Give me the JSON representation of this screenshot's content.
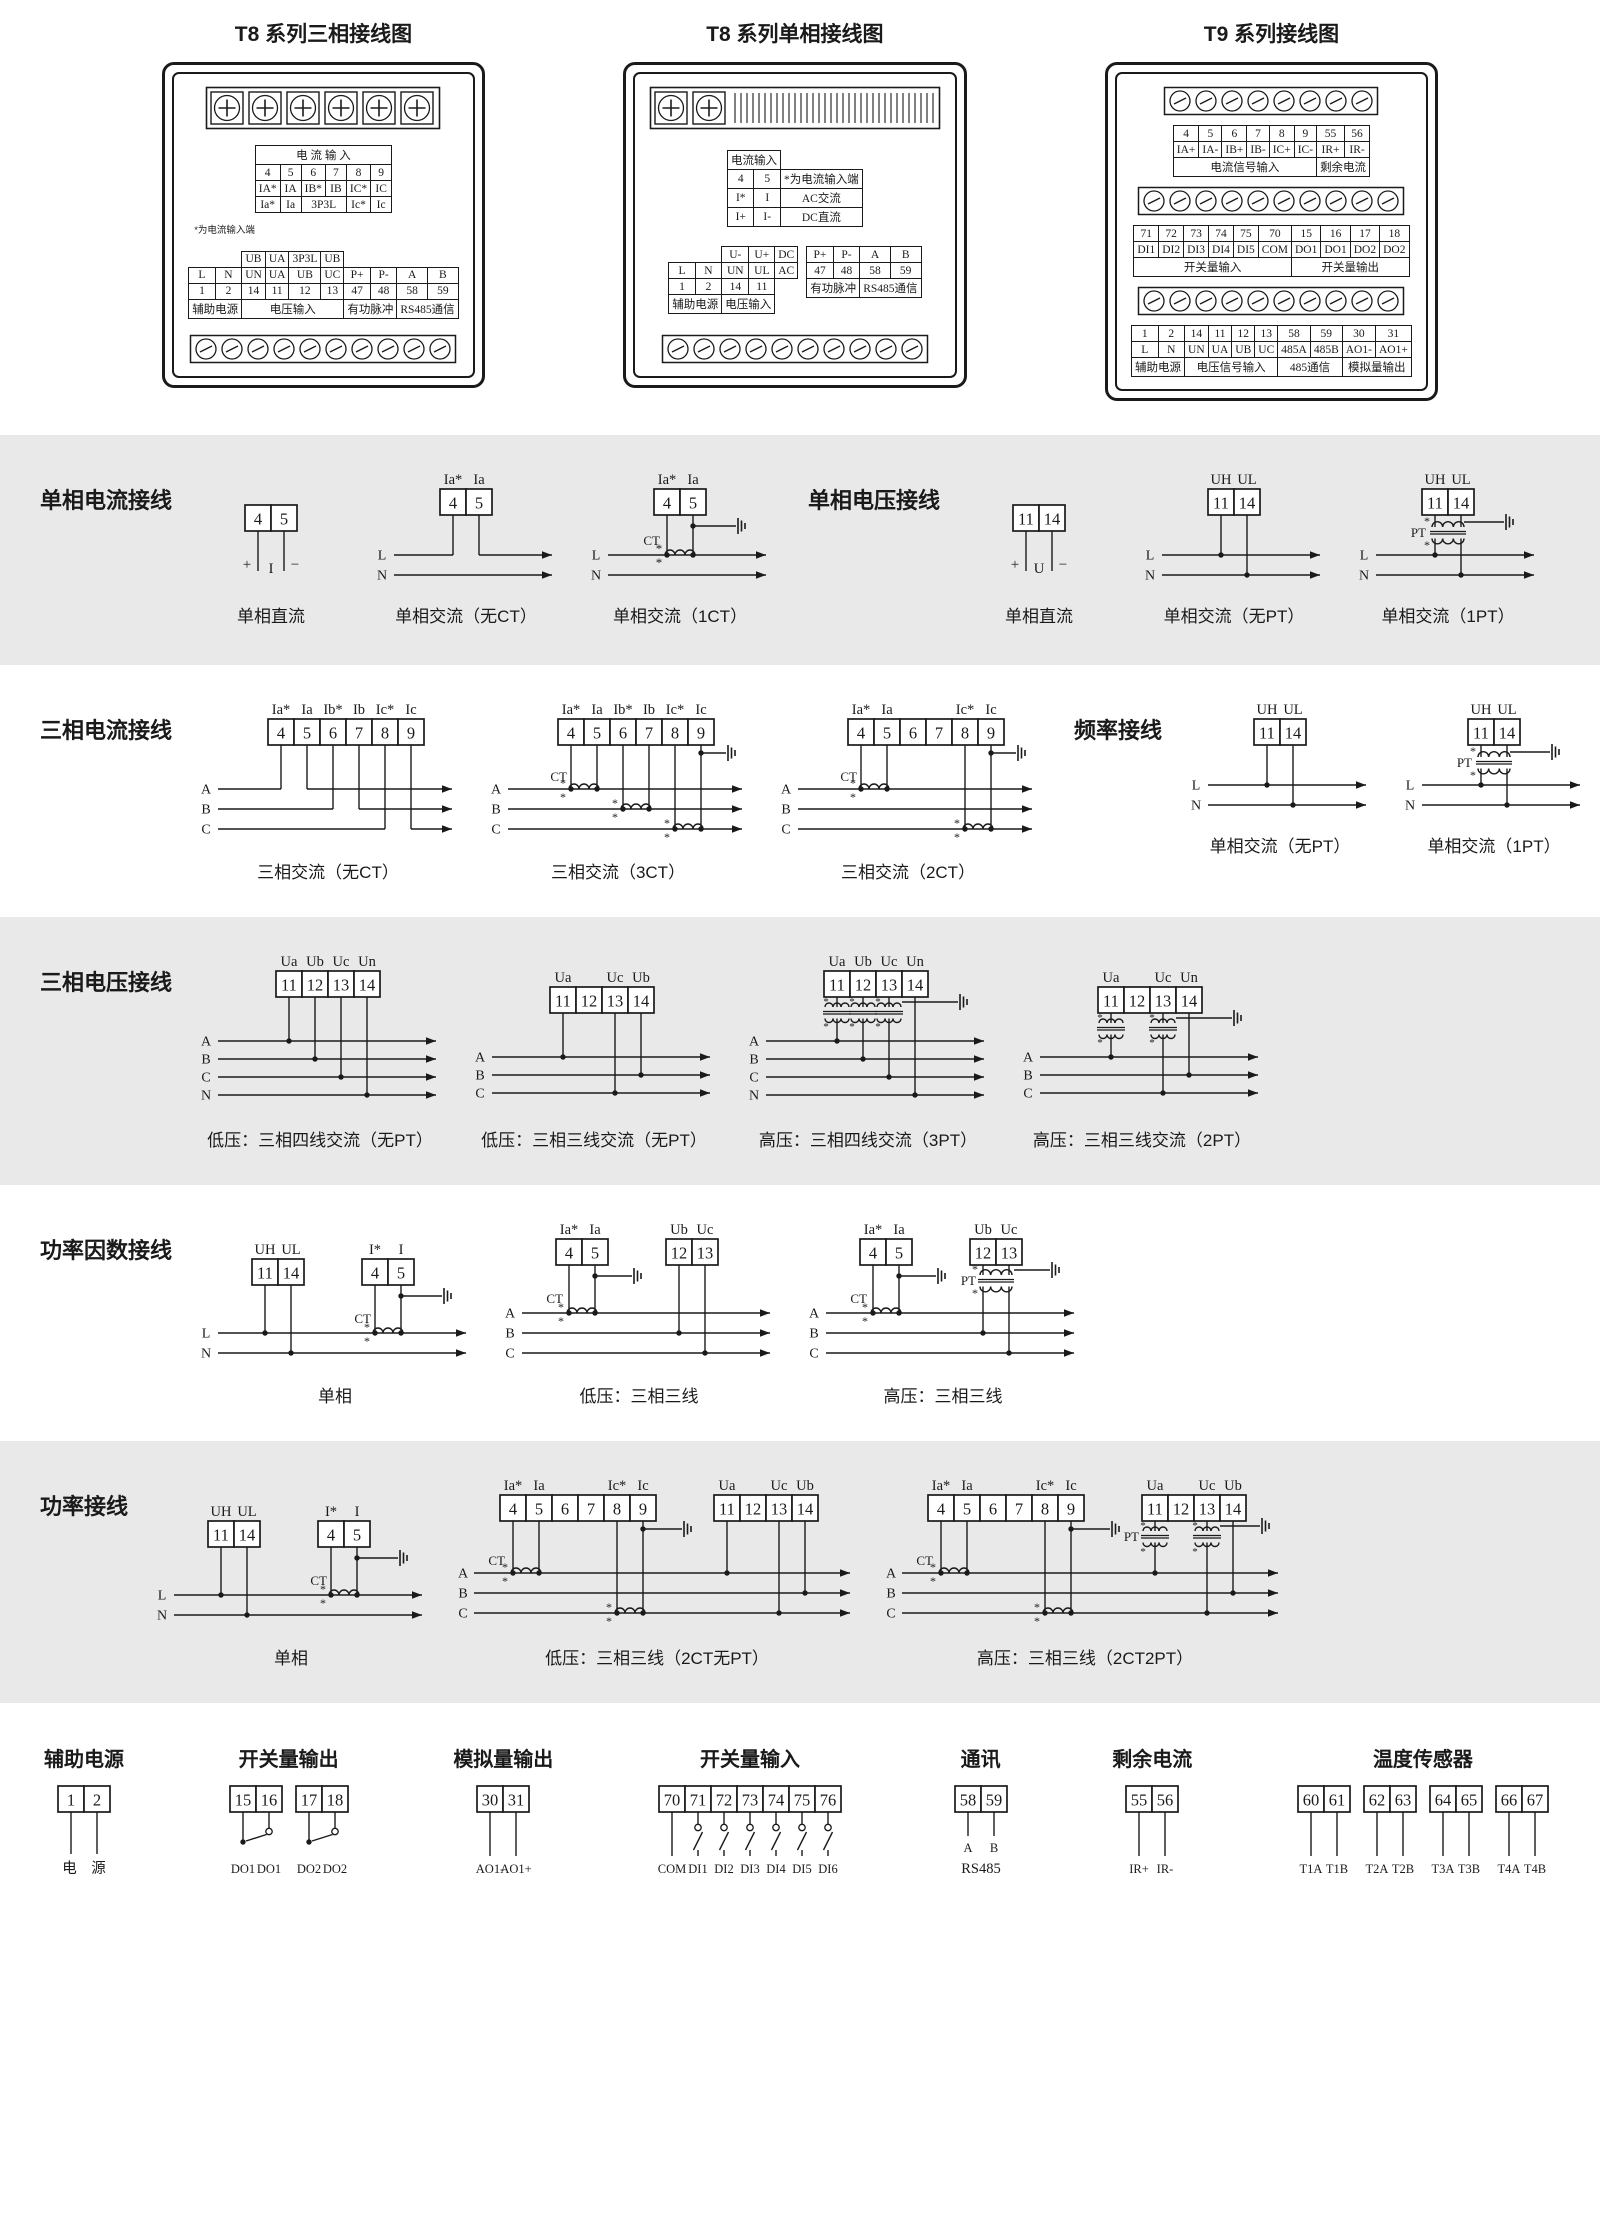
{
  "colors": {
    "line": "#1a1a1a",
    "band_gray": "#e9e9e9",
    "background": "#ffffff"
  },
  "devices": [
    {
      "id": "t8_3p",
      "title": "T8 系列三相接线图",
      "note": "*为电流输入端",
      "current_table": [
        [
          {
            "t": "电 流 输 入",
            "c": 6
          }
        ],
        [
          "4",
          "5",
          "6",
          "7",
          "8",
          "9"
        ],
        [
          "IA*",
          "IA",
          "IB*",
          "IB",
          "IC*",
          "IC"
        ],
        [
          "Ia*",
          "Ia",
          {
            "t": "3P3L",
            "c": 2
          },
          "Ic*",
          "Ic"
        ]
      ],
      "main_table": [
        [
          {
            "t": "",
            "c": 2,
            "b": 1
          },
          "UB",
          "UA",
          "3P3L",
          "UB",
          {
            "t": "",
            "c": 4,
            "b": 1
          }
        ],
        [
          "L",
          "N",
          "UN",
          "UA",
          "UB",
          "UC",
          "P+",
          "P-",
          "A",
          "B"
        ],
        [
          "1",
          "2",
          "14",
          "11",
          "12",
          "13",
          "47",
          "48",
          "58",
          "59"
        ],
        [
          {
            "t": "辅助电源",
            "c": 2
          },
          {
            "t": "电压输入",
            "c": 4
          },
          {
            "t": "有功脉冲",
            "c": 2
          },
          {
            "t": "RS485通信",
            "c": 2
          }
        ]
      ]
    },
    {
      "id": "t8_1p",
      "title": "T8 系列单相接线图",
      "current_table": [
        [
          {
            "t": "电流输入",
            "c": 2
          },
          {
            "t": "",
            "b": 1
          }
        ],
        [
          "4",
          "5",
          {
            "t": "*为电流输入端"
          }
        ],
        [
          "I*",
          "I",
          {
            "t": "AC交流"
          }
        ],
        [
          "I+",
          "I-",
          {
            "t": "DC直流"
          }
        ]
      ],
      "voltage_table": [
        [
          {
            "t": "",
            "c": 2,
            "b": 1
          },
          "U-",
          "U+",
          {
            "t": "DC"
          }
        ],
        [
          "L",
          "N",
          "UN",
          "UL",
          {
            "t": "AC"
          }
        ],
        [
          "1",
          "2",
          "14",
          "11",
          {
            "t": "",
            "b": 1
          }
        ],
        [
          {
            "t": "辅助电源",
            "c": 2
          },
          {
            "t": "电压输入",
            "c": 2
          },
          {
            "t": "",
            "b": 1
          }
        ]
      ],
      "pulse_table": [
        [
          "P+",
          "P-",
          "A",
          "B"
        ],
        [
          "47",
          "48",
          "58",
          "59"
        ],
        [
          {
            "t": "有功脉冲",
            "c": 2
          },
          {
            "t": "RS485通信",
            "c": 2
          }
        ]
      ]
    },
    {
      "id": "t9",
      "title": "T9 系列接线图",
      "tables": [
        [
          [
            "4",
            "5",
            "6",
            "7",
            "8",
            "9",
            "55",
            "56"
          ],
          [
            "IA+",
            "IA-",
            "IB+",
            "IB-",
            "IC+",
            "IC-",
            "IR+",
            "IR-"
          ],
          [
            {
              "t": "电流信号输入",
              "c": 6
            },
            {
              "t": "剩余电流",
              "c": 2
            }
          ]
        ],
        [
          [
            "71",
            "72",
            "73",
            "74",
            "75",
            "70",
            "15",
            "16",
            "17",
            "18"
          ],
          [
            "DI1",
            "DI2",
            "DI3",
            "DI4",
            "DI5",
            "COM",
            "DO1",
            "DO1",
            "DO2",
            "DO2"
          ],
          [
            {
              "t": "开关量输入",
              "c": 6
            },
            {
              "t": "开关量输出",
              "c": 4
            }
          ]
        ],
        [
          [
            "1",
            "2",
            "14",
            "11",
            "12",
            "13",
            "58",
            "59",
            "30",
            "31"
          ],
          [
            "L",
            "N",
            "UN",
            "UA",
            "UB",
            "UC",
            "485A",
            "485B",
            "AO1-",
            "AO1+"
          ],
          [
            {
              "t": "辅助电源",
              "c": 2
            },
            {
              "t": "电压信号输入",
              "c": 4
            },
            {
              "t": "485通信",
              "c": 2
            },
            {
              "t": "模拟量输出",
              "c": 2
            }
          ]
        ]
      ]
    }
  ],
  "sections": [
    {
      "name": "single-phase",
      "groups": [
        {
          "title": "单相电流接线",
          "diagrams": [
            {
              "kind": "dc",
              "terminals": [
                "4",
                "5"
              ],
              "symbol": "I",
              "caption": "单相直流"
            },
            {
              "kind": "i1",
              "labels": [
                "Ia*",
                "Ia"
              ],
              "terminals": [
                "4",
                "5"
              ],
              "lines": [
                "L",
                "N"
              ],
              "ct": 0,
              "caption": "单相交流（无CT）"
            },
            {
              "kind": "i1",
              "labels": [
                "Ia*",
                "Ia"
              ],
              "terminals": [
                "4",
                "5"
              ],
              "lines": [
                "L",
                "N"
              ],
              "ct": 1,
              "caption": "单相交流（1CT）"
            }
          ]
        },
        {
          "title": "单相电压接线",
          "diagrams": [
            {
              "kind": "dc",
              "terminals": [
                "11",
                "14"
              ],
              "symbol": "U",
              "caption": "单相直流"
            },
            {
              "kind": "u1",
              "labels": [
                "UH",
                "UL"
              ],
              "terminals": [
                "11",
                "14"
              ],
              "lines": [
                "L",
                "N"
              ],
              "pt": 0,
              "caption": "单相交流（无PT）"
            },
            {
              "kind": "u1",
              "labels": [
                "UH",
                "UL"
              ],
              "terminals": [
                "11",
                "14"
              ],
              "lines": [
                "L",
                "N"
              ],
              "pt": 1,
              "caption": "单相交流（1PT）"
            }
          ]
        }
      ]
    },
    {
      "name": "three-phase-current-frequency",
      "groups": [
        {
          "title": "三相电流接线",
          "diagrams": [
            {
              "kind": "i3",
              "labels": [
                "Ia*",
                "Ia",
                "Ib*",
                "Ib",
                "Ic*",
                "Ic"
              ],
              "terminals": [
                "4",
                "5",
                "6",
                "7",
                "8",
                "9"
              ],
              "lines": [
                "A",
                "B",
                "C"
              ],
              "ct": 0,
              "caption": "三相交流（无CT）"
            },
            {
              "kind": "i3",
              "labels": [
                "Ia*",
                "Ia",
                "Ib*",
                "Ib",
                "Ic*",
                "Ic"
              ],
              "terminals": [
                "4",
                "5",
                "6",
                "7",
                "8",
                "9"
              ],
              "lines": [
                "A",
                "B",
                "C"
              ],
              "ct": 3,
              "caption": "三相交流（3CT）"
            },
            {
              "kind": "i3",
              "labels": [
                "Ia*",
                "Ia",
                "",
                "",
                "Ic*",
                "Ic"
              ],
              "terminals": [
                "4",
                "5",
                "6",
                "7",
                "8",
                "9"
              ],
              "lines": [
                "A",
                "B",
                "C"
              ],
              "ct": 2,
              "caption": "三相交流（2CT）"
            }
          ]
        },
        {
          "title": "频率接线",
          "diagrams": [
            {
              "kind": "u1",
              "labels": [
                "UH",
                "UL"
              ],
              "terminals": [
                "11",
                "14"
              ],
              "lines": [
                "L",
                "N"
              ],
              "pt": 0,
              "caption": "单相交流（无PT）"
            },
            {
              "kind": "u1",
              "labels": [
                "UH",
                "UL"
              ],
              "terminals": [
                "11",
                "14"
              ],
              "lines": [
                "L",
                "N"
              ],
              "pt": 1,
              "caption": "单相交流（1PT）"
            }
          ]
        }
      ]
    },
    {
      "name": "three-phase-voltage",
      "groups": [
        {
          "title": "三相电压接线",
          "diagrams": [
            {
              "kind": "u4",
              "labels": [
                "Ua",
                "Ub",
                "Uc",
                "Un"
              ],
              "terminals": [
                "11",
                "12",
                "13",
                "14"
              ],
              "lines": [
                "A",
                "B",
                "C",
                "N"
              ],
              "pt": 0,
              "caption": "低压：三相四线交流（无PT）"
            },
            {
              "kind": "u3",
              "labels": [
                "Ua",
                "",
                "Uc",
                "Ub"
              ],
              "terminals": [
                "11",
                "12",
                "13",
                "14"
              ],
              "lines": [
                "A",
                "B",
                "C"
              ],
              "pt": 0,
              "caption": "低压：三相三线交流（无PT）"
            },
            {
              "kind": "u4",
              "labels": [
                "Ua",
                "Ub",
                "Uc",
                "Un"
              ],
              "terminals": [
                "11",
                "12",
                "13",
                "14"
              ],
              "lines": [
                "A",
                "B",
                "C",
                "N"
              ],
              "pt": 3,
              "caption": "高压：三相四线交流（3PT）"
            },
            {
              "kind": "u3",
              "labels": [
                "Ua",
                "",
                "Uc",
                "Un"
              ],
              "terminals": [
                "11",
                "12",
                "13",
                "14"
              ],
              "lines": [
                "A",
                "B",
                "C"
              ],
              "pt": 2,
              "caption": "高压：三相三线交流（2PT）"
            }
          ]
        }
      ]
    },
    {
      "name": "power-factor",
      "groups": [
        {
          "title": "功率因数接线",
          "diagrams": [
            {
              "kind": "pf1",
              "strips": [
                {
                  "labels": [
                    "UH",
                    "UL"
                  ],
                  "terminals": [
                    "11",
                    "14"
                  ]
                },
                {
                  "labels": [
                    "I*",
                    "I"
                  ],
                  "terminals": [
                    "4",
                    "5"
                  ]
                }
              ],
              "lines": [
                "L",
                "N"
              ],
              "caption": "单相"
            },
            {
              "kind": "pf3",
              "pt": 0,
              "strips": [
                {
                  "labels": [
                    "Ia*",
                    "Ia"
                  ],
                  "terminals": [
                    "4",
                    "5"
                  ]
                },
                {
                  "labels": [
                    "Ub",
                    "Uc"
                  ],
                  "terminals": [
                    "12",
                    "13"
                  ]
                }
              ],
              "lines": [
                "A",
                "B",
                "C"
              ],
              "caption": "低压：三相三线"
            },
            {
              "kind": "pf3",
              "pt": 1,
              "strips": [
                {
                  "labels": [
                    "Ia*",
                    "Ia"
                  ],
                  "terminals": [
                    "4",
                    "5"
                  ]
                },
                {
                  "labels": [
                    "Ub",
                    "Uc"
                  ],
                  "terminals": [
                    "12",
                    "13"
                  ]
                }
              ],
              "lines": [
                "A",
                "B",
                "C"
              ],
              "caption": "高压：三相三线"
            }
          ]
        }
      ]
    },
    {
      "name": "power",
      "groups": [
        {
          "title": "功率接线",
          "diagrams": [
            {
              "kind": "pf1",
              "strips": [
                {
                  "labels": [
                    "UH",
                    "UL"
                  ],
                  "terminals": [
                    "11",
                    "14"
                  ]
                },
                {
                  "labels": [
                    "I*",
                    "I"
                  ],
                  "terminals": [
                    "4",
                    "5"
                  ]
                }
              ],
              "lines": [
                "L",
                "N"
              ],
              "caption": "单相"
            },
            {
              "kind": "p3",
              "pt": 0,
              "strips": [
                {
                  "labels": [
                    "Ia*",
                    "Ia",
                    "",
                    "",
                    "Ic*",
                    "Ic"
                  ],
                  "terminals": [
                    "4",
                    "5",
                    "6",
                    "7",
                    "8",
                    "9"
                  ]
                },
                {
                  "labels": [
                    "Ua",
                    "",
                    "Uc",
                    "Ub"
                  ],
                  "terminals": [
                    "11",
                    "12",
                    "13",
                    "14"
                  ]
                }
              ],
              "lines": [
                "A",
                "B",
                "C"
              ],
              "caption": "低压：三相三线（2CT无PT）"
            },
            {
              "kind": "p3",
              "pt": 2,
              "strips": [
                {
                  "labels": [
                    "Ia*",
                    "Ia",
                    "",
                    "",
                    "Ic*",
                    "Ic"
                  ],
                  "terminals": [
                    "4",
                    "5",
                    "6",
                    "7",
                    "8",
                    "9"
                  ]
                },
                {
                  "labels": [
                    "Ua",
                    "",
                    "Uc",
                    "Ub"
                  ],
                  "terminals": [
                    "11",
                    "12",
                    "13",
                    "14"
                  ]
                }
              ],
              "lines": [
                "A",
                "B",
                "C"
              ],
              "caption": "高压：三相三线（2CT2PT）"
            }
          ]
        }
      ]
    }
  ],
  "bottom_groups": [
    {
      "name": "aux-power",
      "title": "辅助电源",
      "kind": "power",
      "strips": [
        [
          "1",
          "2"
        ]
      ],
      "labels": [
        "电　源"
      ]
    },
    {
      "name": "digital-output",
      "title": "开关量输出",
      "kind": "switchpair",
      "strips": [
        [
          "15",
          "16"
        ],
        [
          "17",
          "18"
        ]
      ],
      "labels": [
        "DO1",
        "DO1",
        "DO2",
        "DO2"
      ]
    },
    {
      "name": "analog-output",
      "title": "模拟量输出",
      "kind": "plain",
      "strips": [
        [
          "30",
          "31"
        ]
      ],
      "labels": [
        "AO1-",
        "AO1+"
      ]
    },
    {
      "name": "digital-input",
      "title": "开关量输入",
      "kind": "switchin",
      "strips": [
        [
          "70",
          "71",
          "72",
          "73",
          "74",
          "75",
          "76"
        ]
      ],
      "labels": [
        "COM",
        "DI1",
        "DI2",
        "DI3",
        "DI4",
        "DI5",
        "DI6"
      ]
    },
    {
      "name": "communication",
      "title": "通讯",
      "kind": "plain",
      "sub": "RS485",
      "strips": [
        [
          "58",
          "59"
        ]
      ],
      "labels": [
        "A",
        "B"
      ]
    },
    {
      "name": "residual-current",
      "title": "剩余电流",
      "kind": "plain",
      "strips": [
        [
          "55",
          "56"
        ]
      ],
      "labels": [
        "IR+",
        "IR-"
      ]
    },
    {
      "name": "temperature-sensor",
      "title": "温度传感器",
      "kind": "plain",
      "strips": [
        [
          "60",
          "61"
        ],
        [
          "62",
          "63"
        ],
        [
          "64",
          "65"
        ],
        [
          "66",
          "67"
        ]
      ],
      "labels": [
        "T1A",
        "T1B",
        "T2A",
        "T2B",
        "T3A",
        "T3B",
        "T4A",
        "T4B"
      ]
    }
  ]
}
